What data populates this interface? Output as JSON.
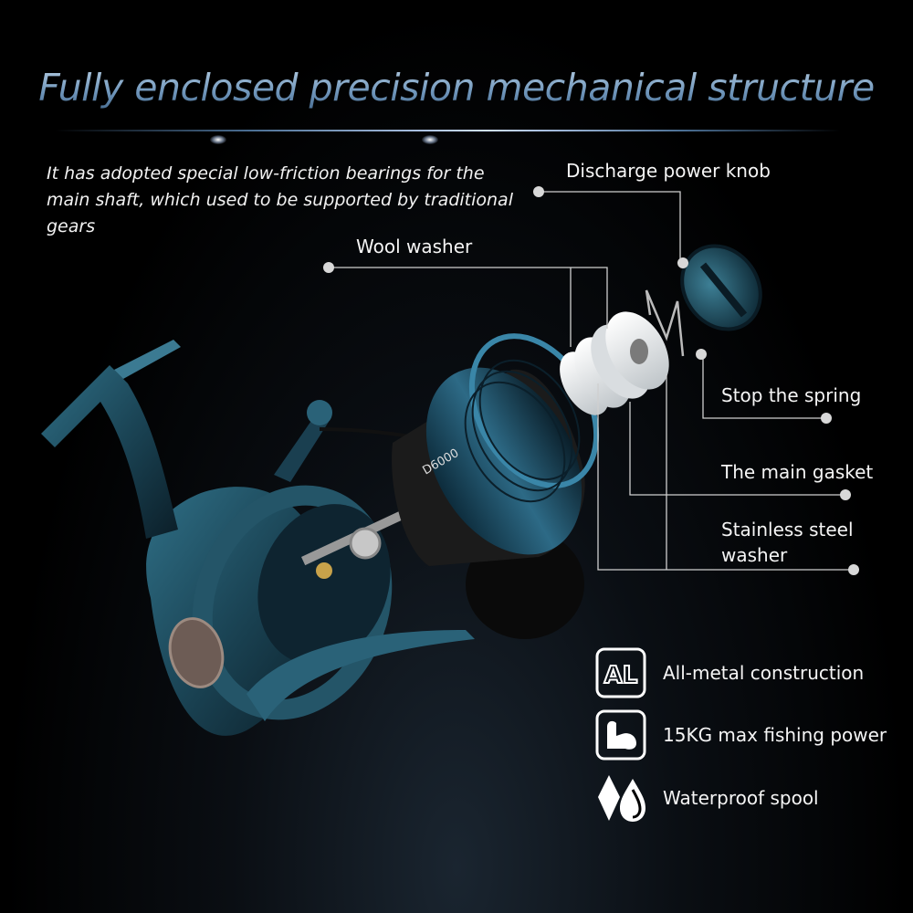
{
  "title": "Fully enclosed precision mechanical structure",
  "intro": "It has adopted special low-friction bearings for the main shaft, which used to be supported by traditional gears",
  "callouts": {
    "discharge_knob": "Discharge power knob",
    "wool_washer": "Wool washer",
    "stop_spring": "Stop the spring",
    "main_gasket": "The main gasket",
    "stainless_washer": "Stainless steel washer"
  },
  "product": {
    "spool_model": "D6000"
  },
  "features": [
    {
      "icon": "al-metal-icon",
      "badge": "AL",
      "label": "All-metal construction"
    },
    {
      "icon": "strong-arm-icon",
      "label": "15KG max fishing power"
    },
    {
      "icon": "water-drops-icon",
      "label": "Waterproof spool"
    }
  ],
  "colors": {
    "title_blue": "#7fa6c8",
    "reel_teal": "#1e4a5e",
    "background": "#000000"
  }
}
